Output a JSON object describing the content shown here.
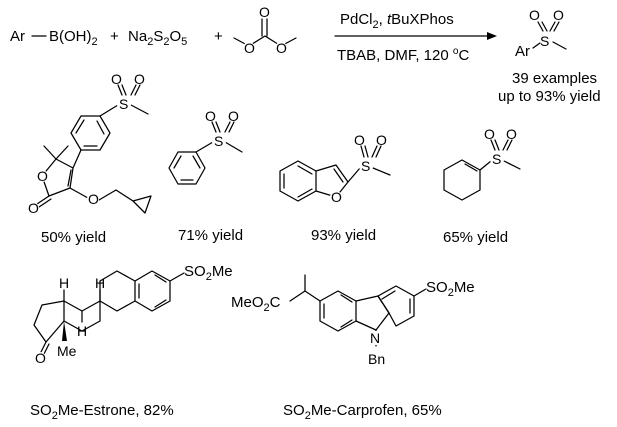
{
  "reaction": {
    "reactant1": {
      "prefix": "Ar",
      "main": "B(OH)",
      "sub": "2"
    },
    "plus1": "+",
    "reactant2": {
      "a": "Na",
      "a_sub": "2",
      "b": "S",
      "b_sub": "2",
      "c": "O",
      "c_sub": "5"
    },
    "plus2": "+",
    "carbonate_o1": "O",
    "carbonate_o2": "O",
    "carbonate_o3": "O",
    "conditions_top": {
      "a": "PdCl",
      "a_sub": "2",
      "b": ", ",
      "c": "t",
      "d": "BuXPhos"
    },
    "conditions_bottom": {
      "a": "TBAB, DMF, 120 ",
      "sup": "o",
      "b": "C"
    },
    "product": {
      "ar": "Ar",
      "s": "S",
      "o1": "O",
      "o2": "O"
    },
    "summary_line1": "39 examples",
    "summary_line2": "up to 93% yield"
  },
  "compounds": [
    {
      "id": "furanone",
      "caption": "50% yield",
      "atoms": [
        "S",
        "O",
        "O",
        "O",
        "O",
        "O"
      ]
    },
    {
      "id": "phenyl",
      "caption": "71% yield",
      "atoms": [
        "S",
        "O",
        "O"
      ]
    },
    {
      "id": "benzofuran",
      "caption": "93% yield",
      "atoms": [
        "S",
        "O",
        "O",
        "O"
      ]
    },
    {
      "id": "cyclohexenyl",
      "caption": "65% yield",
      "atoms": [
        "S",
        "O",
        "O"
      ]
    }
  ],
  "estrone": {
    "caption": {
      "a": "SO",
      "sub": "2",
      "b": "Me-Estrone, 82%"
    },
    "so2me": {
      "a": "SO",
      "sub": "2",
      "b": "Me"
    },
    "h1": "H",
    "h2": "H",
    "h3": "H",
    "o": "O",
    "me": "Me"
  },
  "carprofen": {
    "caption": {
      "a": "SO",
      "sub": "2",
      "b": "Me-Carprofen, 65%"
    },
    "so2me": {
      "a": "SO",
      "sub": "2",
      "b": "Me"
    },
    "ester": {
      "a": "MeO",
      "sub": "2",
      "b": "C"
    },
    "n": "N",
    "bn": "Bn"
  }
}
